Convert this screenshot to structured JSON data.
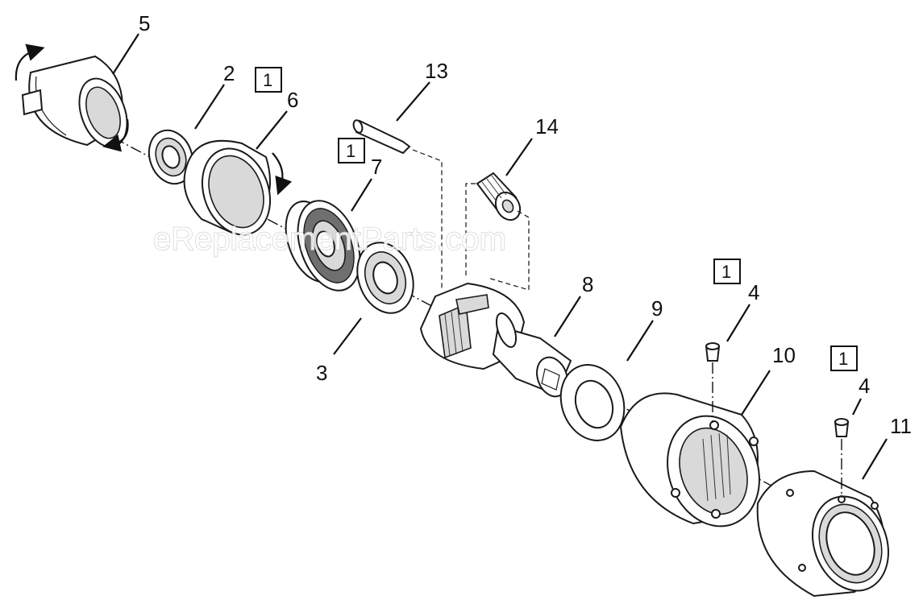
{
  "callouts": {
    "n5": "5",
    "n2": "2",
    "n6": "6",
    "n13": "13",
    "n14": "14",
    "n7": "7",
    "n3": "3",
    "n8": "8",
    "n9": "9",
    "n4a": "4",
    "n10": "10",
    "n4b": "4",
    "n11": "11"
  },
  "boxed_notes": {
    "b1": "1",
    "b2": "1",
    "b3": "1",
    "b4": "1"
  },
  "watermark": "eReplacementParts.com",
  "colors": {
    "line": "#1a1a1a",
    "shade": "#d9d9d9",
    "background": "#ffffff"
  }
}
